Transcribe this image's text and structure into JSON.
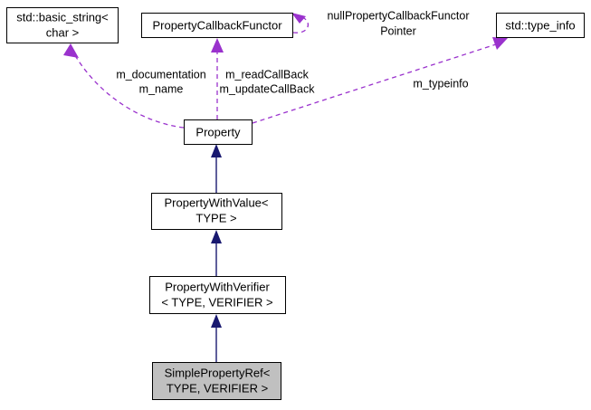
{
  "diagram": {
    "title": "SimplePropertyRef collaboration diagram",
    "type": "uml-collaboration-diagram",
    "colors": {
      "inheritance_edge": "#191970",
      "association_edge": "#9a32cd",
      "node_fill": "#ffffff",
      "node_highlight_fill": "#c0c0c0",
      "node_border": "#000000",
      "background": "#ffffff"
    },
    "nodes": [
      {
        "id": "basic_string",
        "line1": "std::basic_string<",
        "line2": "char >",
        "highlight": false
      },
      {
        "id": "callback_functor",
        "line1": "PropertyCallbackFunctor",
        "line2": "",
        "highlight": false
      },
      {
        "id": "type_info",
        "line1": "std::type_info",
        "line2": "",
        "highlight": false
      },
      {
        "id": "property",
        "line1": "Property",
        "line2": "",
        "highlight": false
      },
      {
        "id": "property_with_value",
        "line1": "PropertyWithValue<",
        "line2": "TYPE >",
        "highlight": false
      },
      {
        "id": "property_with_verifier",
        "line1": "PropertyWithVerifier",
        "line2": "< TYPE, VERIFIER >",
        "highlight": false
      },
      {
        "id": "simple_property_ref",
        "line1": "SimplePropertyRef<",
        "line2": "TYPE, VERIFIER >",
        "highlight": true
      }
    ],
    "edge_labels": {
      "null_functor_pointer_line1": "nullPropertyCallbackFunctor",
      "null_functor_pointer_line2": "Pointer",
      "documentation_line1": "m_documentation",
      "documentation_line2": "m_name",
      "callbacks_line1": "m_readCallBack",
      "callbacks_line2": "m_updateCallBack",
      "typeinfo": "m_typeinfo"
    }
  }
}
